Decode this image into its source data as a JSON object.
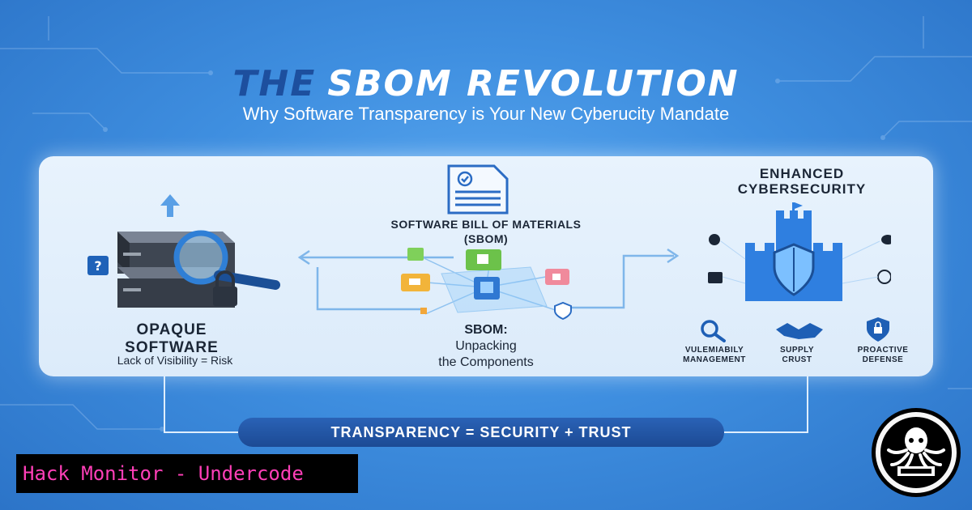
{
  "header": {
    "title_part1": "THE",
    "title_part2": "SBOM REVOLUTION",
    "subtitle": "Why Software Transparency is Your New Cyberucity Mandate"
  },
  "left": {
    "title_line1": "OPAQUE",
    "title_line2": "SOFTWARE",
    "subtitle": "Lack of Visibility = Risk"
  },
  "center": {
    "title_line1": "SOFTWARE BILL OF MATERIALS",
    "title_line2": "(SBOM)",
    "caption_line1": "SBOM:",
    "caption_line2": "Unpacking",
    "caption_line3": "the Components"
  },
  "right": {
    "title_line1": "ENHANCED",
    "title_line2": "CYBERSECURITY",
    "features": [
      {
        "line1": "VULEMIABILY",
        "line2": "MANAGEMENT",
        "icon": "magnifier-icon"
      },
      {
        "line1": "SUPPLY",
        "line2": "CRUST",
        "icon": "handshake-icon"
      },
      {
        "line1": "PROACTIVE",
        "line2": "DEFENSE",
        "icon": "shield-lock-icon"
      }
    ]
  },
  "banner": "TRANSPARENCY = SECURITY + TRUST",
  "footer": "Hack Monitor - Undercode",
  "colors": {
    "background": "#3f8fe0",
    "panel": "#e3f0fc",
    "title_dark": "#1d4f9e",
    "banner": "#2259a8",
    "footer_text": "#ff3fb8"
  }
}
